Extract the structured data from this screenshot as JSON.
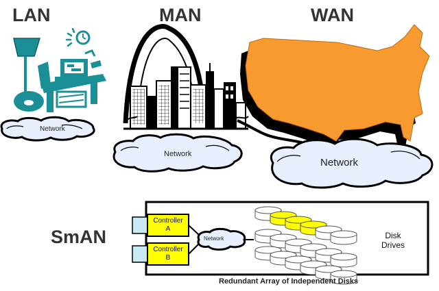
{
  "titles": {
    "lan": "LAN",
    "man": "MAN",
    "wan": "WAN",
    "sman": "SmAN"
  },
  "clouds": {
    "lan": "Network",
    "man": "Network",
    "wan": "Network",
    "sman": "Network"
  },
  "controllers": [
    {
      "name": "Controller",
      "id": "A"
    },
    {
      "name": "Controller",
      "id": "B"
    }
  ],
  "disk_drives": {
    "line1": "Disk",
    "line2": "Drives"
  },
  "raid_caption": "Redundant Array of Independent Disks",
  "colors": {
    "lan_teal": "#1a8f96",
    "wan_orange": "#f79a2f",
    "cloud_fill": "#e8f0ff",
    "highlight_yellow": "#ffff00",
    "controller_cyan": "#c8eaf4"
  }
}
